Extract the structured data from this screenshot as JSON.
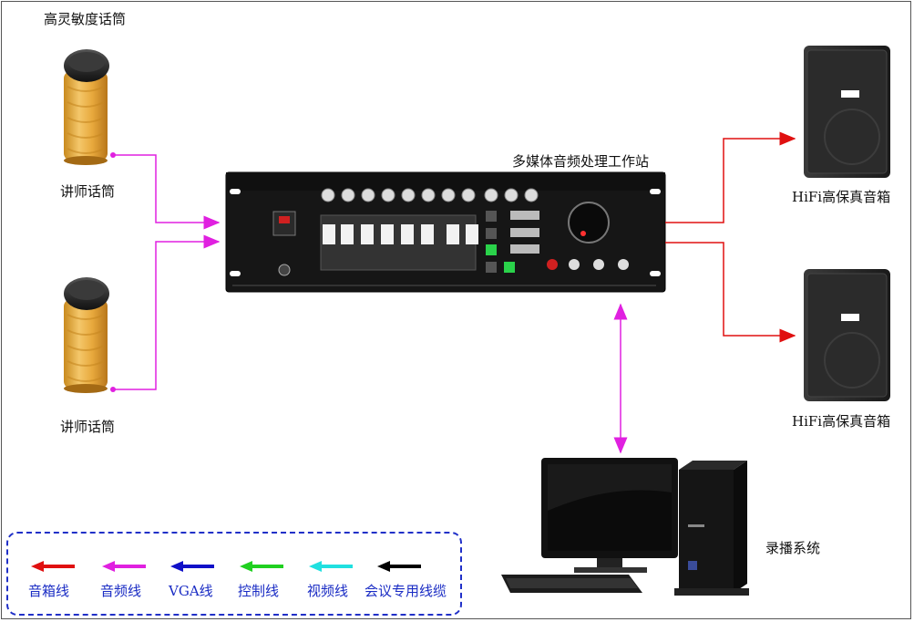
{
  "labels": {
    "mic_top": "高灵敏度话筒",
    "mic1": "讲师话筒",
    "mic2": "讲师话筒",
    "station": "多媒体音频处理工作站",
    "speaker1": "HiFi高保真音箱",
    "speaker2": "HiFi高保真音箱",
    "recorder": "录播系统"
  },
  "legend": [
    {
      "label": "音箱线",
      "color": "#e01010"
    },
    {
      "label": "音频线",
      "color": "#e020e0"
    },
    {
      "label": "VGA线",
      "color": "#1010c8"
    },
    {
      "label": "控制线",
      "color": "#20d020"
    },
    {
      "label": "视频线",
      "color": "#20e0e0"
    },
    {
      "label": "会议专用线缆",
      "color": "#000000"
    }
  ],
  "icons": [
    "microphone-icon",
    "mixer-device-icon",
    "speaker-icon",
    "computer-icon"
  ]
}
